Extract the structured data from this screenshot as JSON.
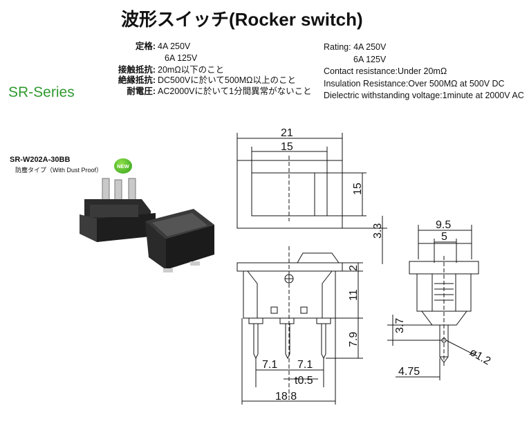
{
  "title": "波形スイッチ(Rocker switch)",
  "series": "SR-Series",
  "specs_jp": [
    {
      "label": "定格:",
      "value": "4A 250V"
    },
    {
      "label": "",
      "value": "6A 125V"
    },
    {
      "label": "接触抵抗:",
      "value": "20mΩ以下のこと"
    },
    {
      "label": "絶縁抵抗:",
      "value": "DC500Vに於いて500MΩ以上のこと"
    },
    {
      "label": "耐電圧:",
      "value": "AC2000Vに於いて1分間異常がないこと"
    }
  ],
  "specs_en": [
    "Rating: 4A 250V",
    "6A 125V",
    "Contact resistance:Under 20mΩ",
    "Insulation Resistance:Over 500MΩ at 500V DC",
    "Dielectric withstanding voltage:1minute at 2000V AC"
  ],
  "product": {
    "model": "SR-W202A-30BB",
    "variant": "防塵タイプ（With Dust Proof）",
    "badge": "NEW"
  },
  "dimensions": {
    "top_width": "21",
    "top_inner_width": "15",
    "top_height": "15",
    "side_gap": "3.3",
    "flange": "2",
    "body_height": "11",
    "terminal_length": "7.9",
    "pitch_left": "7.1",
    "pitch_right": "7.1",
    "thickness": "t0.5",
    "body_width": "18.8",
    "end_width": "9.5",
    "end_inner": "5",
    "hole_offset": "3.7",
    "hole_diameter": "ø1.2",
    "terminal_offset": "4.75"
  }
}
